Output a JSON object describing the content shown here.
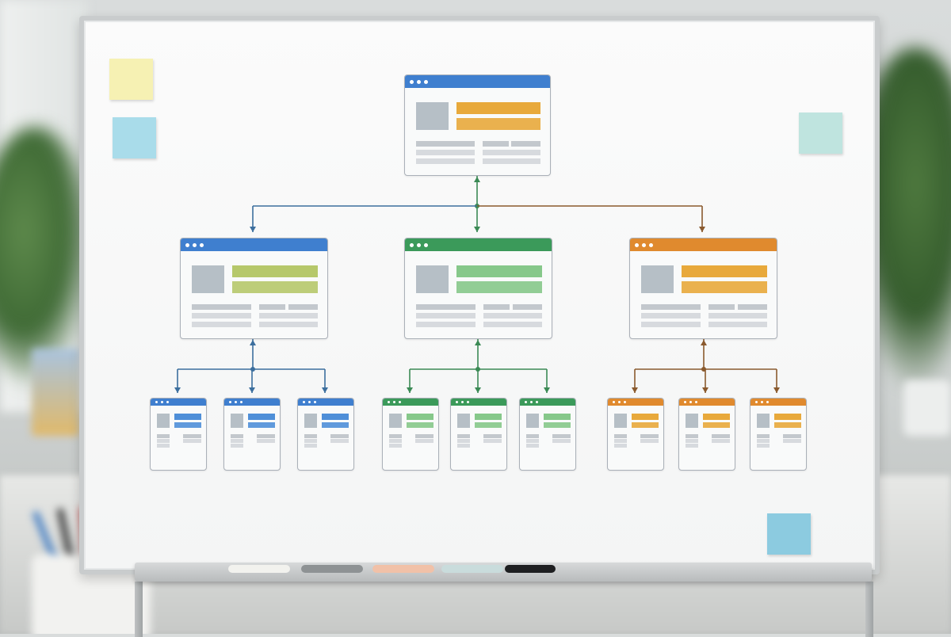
{
  "colors": {
    "blue": "#3f7fcf",
    "green": "#3b9a5a",
    "orange": "#e08a2e",
    "amber": "#e8a93b",
    "olive": "#b6c86a",
    "light_green": "#86c88a",
    "mid_blue": "#4f8fd8",
    "connector_blue": "#3c6f9e",
    "connector_green": "#3b8a55",
    "connector_brown": "#8a5a2e",
    "sticky_yellow": "#f6f1b3",
    "sticky_blue": "#a9dcea",
    "sticky_mint": "#bfe4df",
    "sticky_cyan": "#8ccbe0"
  },
  "sitemap": {
    "root": {
      "accent": "blue",
      "highlight": "amber"
    },
    "level2": [
      {
        "accent": "blue",
        "highlight": "olive"
      },
      {
        "accent": "green",
        "highlight": "light_green"
      },
      {
        "accent": "orange",
        "highlight": "amber"
      }
    ],
    "level3": [
      {
        "accent": "blue",
        "highlight": "mid_blue"
      },
      {
        "accent": "blue",
        "highlight": "mid_blue"
      },
      {
        "accent": "blue",
        "highlight": "mid_blue"
      },
      {
        "accent": "green",
        "highlight": "light_green"
      },
      {
        "accent": "green",
        "highlight": "light_green"
      },
      {
        "accent": "green",
        "highlight": "light_green"
      },
      {
        "accent": "orange",
        "highlight": "amber"
      },
      {
        "accent": "orange",
        "highlight": "amber"
      },
      {
        "accent": "orange",
        "highlight": "amber"
      }
    ]
  },
  "sticky_notes": [
    {
      "color": "sticky_yellow"
    },
    {
      "color": "sticky_blue"
    },
    {
      "color": "sticky_mint"
    },
    {
      "color": "sticky_cyan"
    }
  ],
  "markers": [
    {
      "color": "#f2f2ee"
    },
    {
      "color": "#8e9294"
    },
    {
      "color": "#f1c1a8"
    },
    {
      "color": "#c9dcdc"
    },
    {
      "color": "#1e1f21"
    }
  ],
  "pencils": [
    {
      "color": "#4a82c4"
    },
    {
      "color": "#3d3d3d"
    },
    {
      "color": "#c24b4b"
    },
    {
      "color": "#3f9a55"
    },
    {
      "color": "#333333"
    },
    {
      "color": "#d99a3a"
    }
  ]
}
